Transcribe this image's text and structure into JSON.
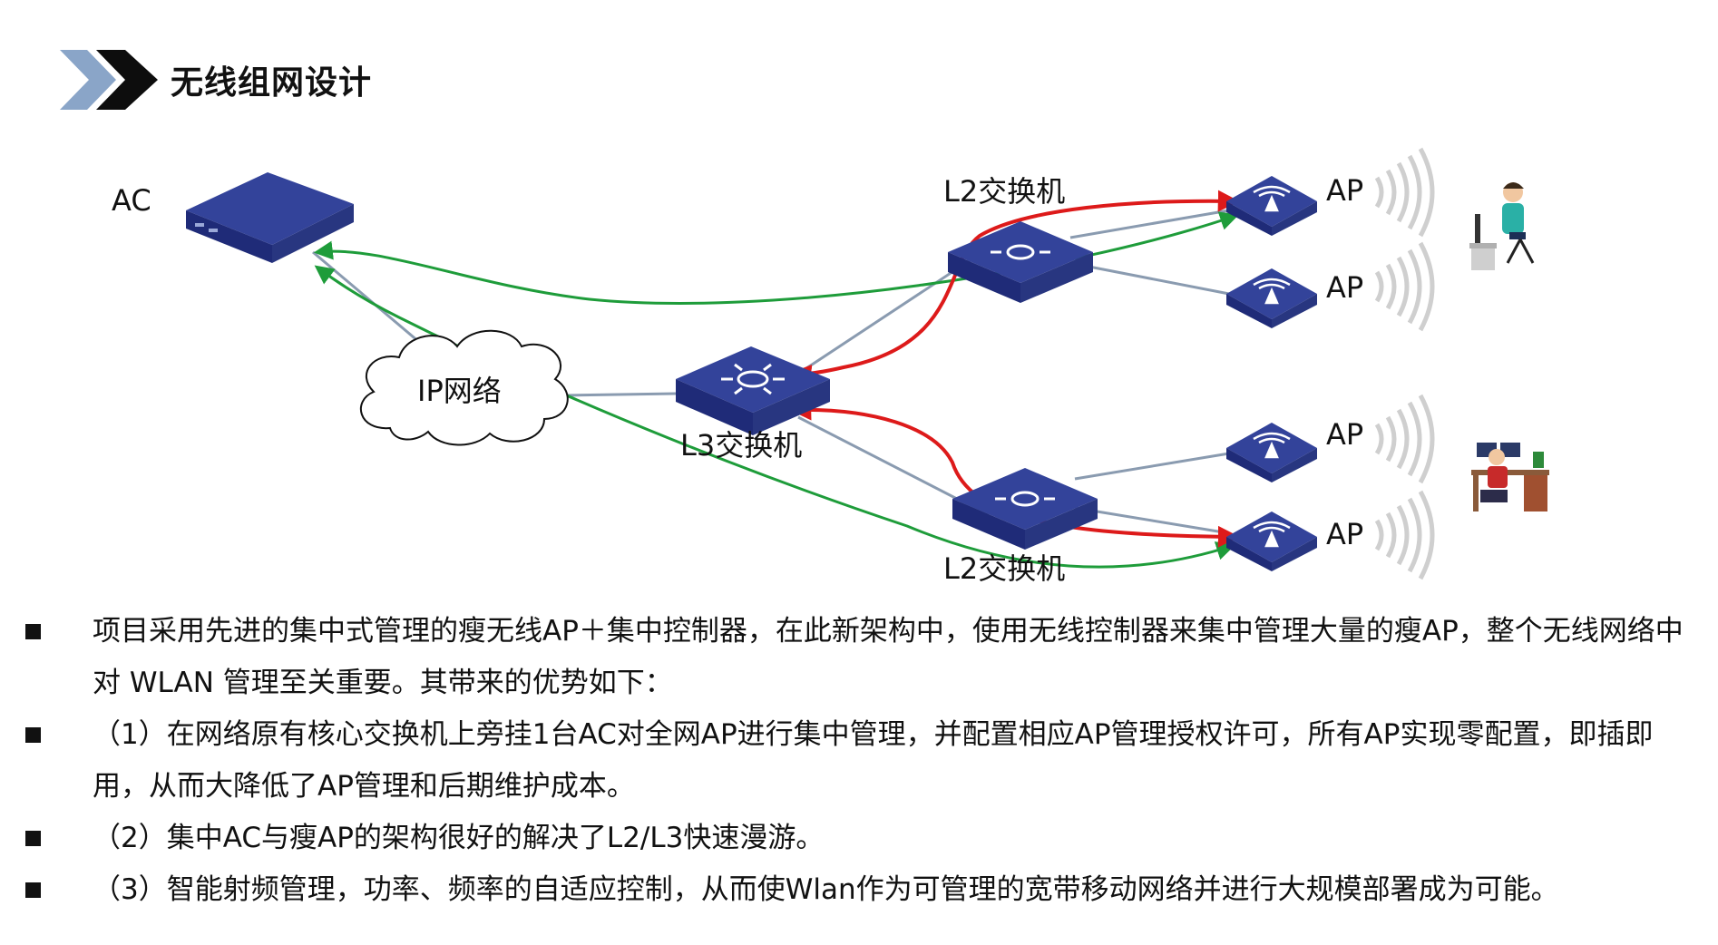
{
  "header": {
    "title": "无线组网设计",
    "icon": "double-chevron-icon",
    "chevron_colors": [
      "#8aa5c8",
      "#0d0d0d"
    ]
  },
  "diagram": {
    "labels": {
      "ac": "AC",
      "ip_network": "IP网络",
      "l3_switch": "L3交换机",
      "l2_switch_top": "L2交换机",
      "l2_switch_bottom": "L2交换机",
      "ap1": "AP",
      "ap2": "AP",
      "ap3": "AP",
      "ap4": "AP"
    },
    "device_colors": {
      "top": "#33439a",
      "front": "#1f2b78",
      "side": "#283680"
    },
    "link_colors": {
      "wired": "#8a9bb0",
      "control_tunnel": "#1e9c3a",
      "roaming": "#dd1a1a"
    }
  },
  "bullets": [
    "项目采用先进的集中式管理的瘦无线AP＋集中控制器，在此新架构中，使用无线控制器来集中管理大量的瘦AP，整个无线网络中对 WLAN 管理至关重要。其带来的优势如下：",
    "（1）在网络原有核心交换机上旁挂1台AC对全网AP进行集中管理，并配置相应AP管理授权许可，所有AP实现零配置，即插即用，从而大降低了AP管理和后期维护成本。",
    "（2）集中AC与瘦AP的架构很好的解决了L2/L3快速漫游。",
    "（3）智能射频管理，功率、频率的自适应控制，从而使Wlan作为可管理的宽带移动网络并进行大规模部署成为可能。"
  ]
}
